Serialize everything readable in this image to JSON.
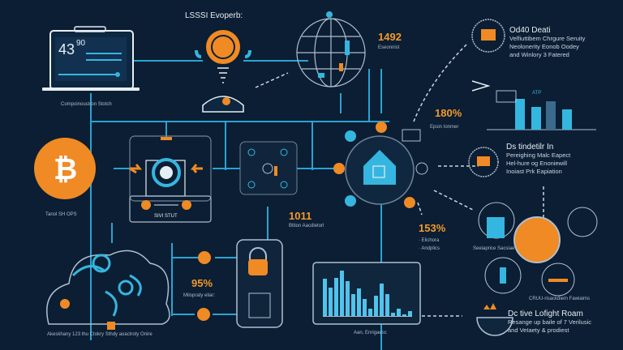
{
  "title": "LSSSI Evoperb:",
  "colors": {
    "background": "#0b1e33",
    "cyan": "#35b6e0",
    "orange": "#f08a24",
    "line": "#2aa3d3",
    "text": "#c9d6e2"
  },
  "laptop": {
    "big_number": "43",
    "small_number": "90",
    "small_label": "%",
    "caption": "Compoinoustron Stotch"
  },
  "coin": {
    "caption": "Tanol SH OPS",
    "icon": "bitcoin-icon"
  },
  "processor": {
    "label": "SIVI STUT",
    "icon": "gear-icon"
  },
  "globe": {
    "value": "1492",
    "caption": "Eseonnist",
    "icon": "globe-icon"
  },
  "hub": {
    "value": "180%",
    "caption": "Epsin Ionmer",
    "icon": "house-icon"
  },
  "center_stat": {
    "value": "1011",
    "caption": "Bttion Aacdietorl"
  },
  "right_stat": {
    "value": "153%",
    "items": [
      "Elichora",
      "Andplics"
    ]
  },
  "mobile_stat": {
    "value": "95%",
    "caption": "Milopraty eliar:"
  },
  "cloud": {
    "caption": "Akeskhany 123 thu Ctokry Sthdy aoactroty Onire"
  },
  "bar_chart": {
    "caption": "Aan, Enrigaesc",
    "values": [
      62,
      48,
      64,
      76,
      58,
      36,
      46,
      28,
      12,
      34,
      54,
      36,
      5,
      12,
      3,
      8
    ]
  },
  "top_right": {
    "heading": "Od40 Deati",
    "lines": [
      "Velfiuttibem Chrgure Seruity",
      "Neolonerity Eonob Oodey",
      "and Winlory 3 Fatered"
    ],
    "chart_label": "ATP"
  },
  "mid_right": {
    "heading": "Ds tindetilr In",
    "lines": [
      "Pereighing Malc Eapect",
      "Hel-hure og Enoniewill",
      "Inoiast Prk Eapiation"
    ]
  },
  "circles": {
    "left_caption": "Seeiaprice Sacsiae",
    "bottom_caption": "CRUU-risackdiem Fawiaims"
  },
  "bottom_right": {
    "heading": "Dc tive Lofight Roam",
    "lines": [
      "Resange up baile of 7 Verilusic",
      "and Vetaety & prodiest"
    ]
  }
}
